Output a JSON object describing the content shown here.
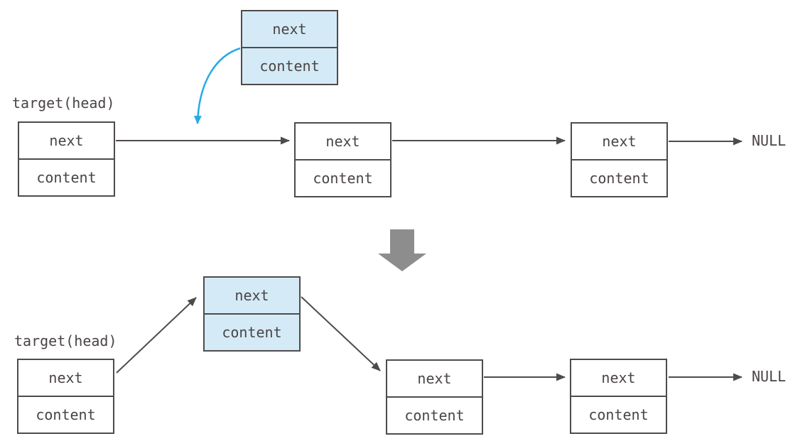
{
  "figure": {
    "description": "Singly linked list insertion at head-adjacent position: state before and after re-linking pointers",
    "before": {
      "target_label": "target(head)",
      "new_node": {
        "next_label": "next",
        "content_label": "content",
        "highlighted": true
      },
      "nodes": [
        {
          "next_label": "next",
          "content_label": "content"
        },
        {
          "next_label": "next",
          "content_label": "content"
        },
        {
          "next_label": "next",
          "content_label": "content"
        }
      ],
      "terminator_label": "NULL",
      "insert_arrow": "blue curved arrow from new node to link between first and second node"
    },
    "after": {
      "target_label": "target(head)",
      "new_node": {
        "next_label": "next",
        "content_label": "content",
        "highlighted": true
      },
      "nodes": [
        {
          "next_label": "next",
          "content_label": "content"
        },
        {
          "next_label": "next",
          "content_label": "content"
        },
        {
          "next_label": "next",
          "content_label": "content"
        }
      ],
      "terminator_label": "NULL"
    },
    "transition_icon": "down-block-arrow"
  },
  "colors": {
    "background": "#ffffff",
    "box_border": "#4f4b4b",
    "text": "#4a4444",
    "highlight_fill": "#d4eaf7",
    "insert_arrow_blue": "#29aae2",
    "transition_arrow_gray": "#8d8d8d"
  }
}
